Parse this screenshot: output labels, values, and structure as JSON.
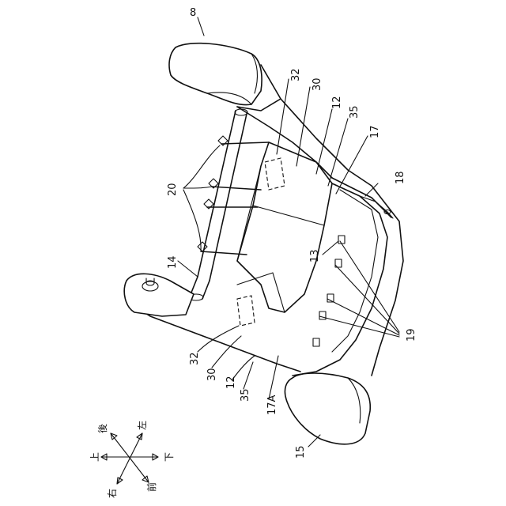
{
  "labels": {
    "l8": "8",
    "l32a": "32",
    "l30a": "30",
    "l12a": "12",
    "l35a": "35",
    "l17": "17",
    "l18": "18",
    "l20": "20",
    "l14": "14",
    "l13": "13",
    "l19": "19",
    "l32b": "32",
    "l30b": "30",
    "l12b": "12",
    "l35b": "35",
    "l17A": "17A",
    "l15": "15"
  },
  "compass": {
    "up": "上",
    "down": "下",
    "left": "左",
    "right": "右",
    "front": "前",
    "rear": "後"
  }
}
